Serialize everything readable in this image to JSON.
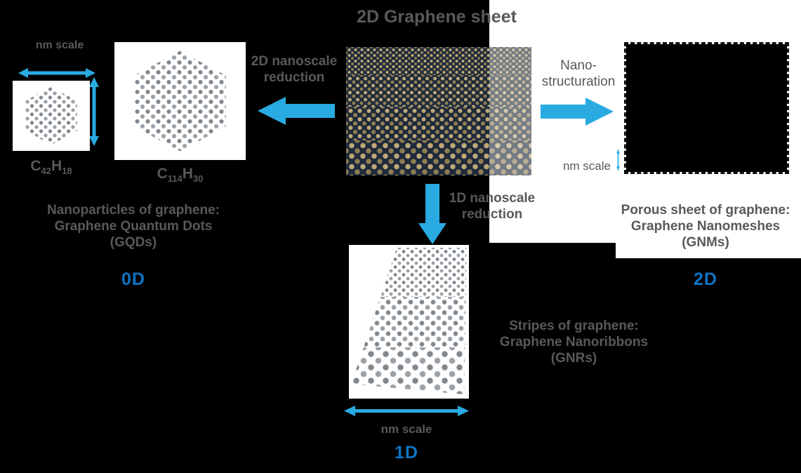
{
  "colors": {
    "background": "#000000",
    "panel": "#ffffff",
    "text_gray": "#595959",
    "arrow_cyan": "#29abe2",
    "dimension_blue": "#0d74c4"
  },
  "title": "2D Graphene sheet",
  "gqd": {
    "nm_scale": "nm scale",
    "formula_small": {
      "el1": "C",
      "sub1": "42",
      "el2": "H",
      "sub2": "18"
    },
    "formula_large": {
      "el1": "C",
      "sub1": "114",
      "el2": "H",
      "sub2": "30"
    },
    "caption": [
      "Nanoparticles of graphene:",
      "Graphene Quantum Dots",
      "(GQDs)"
    ],
    "dimension": "0D"
  },
  "left_arrow": {
    "label": [
      "2D nanoscale",
      "reduction"
    ]
  },
  "right_arrow": {
    "label": [
      "Nano-",
      "structuration"
    ]
  },
  "down_arrow": {
    "label": [
      "1D nanoscale",
      "reduction"
    ]
  },
  "gnm": {
    "nm_scale": "nm scale",
    "caption": [
      "Porous sheet of graphene:",
      "Graphene Nanomeshes",
      "(GNMs)"
    ],
    "dimension": "2D"
  },
  "gnr": {
    "nm_scale": "nm scale",
    "caption": [
      "Stripes of graphene:",
      "Graphene Nanoribbons",
      "(GNRs)"
    ],
    "dimension": "1D"
  }
}
